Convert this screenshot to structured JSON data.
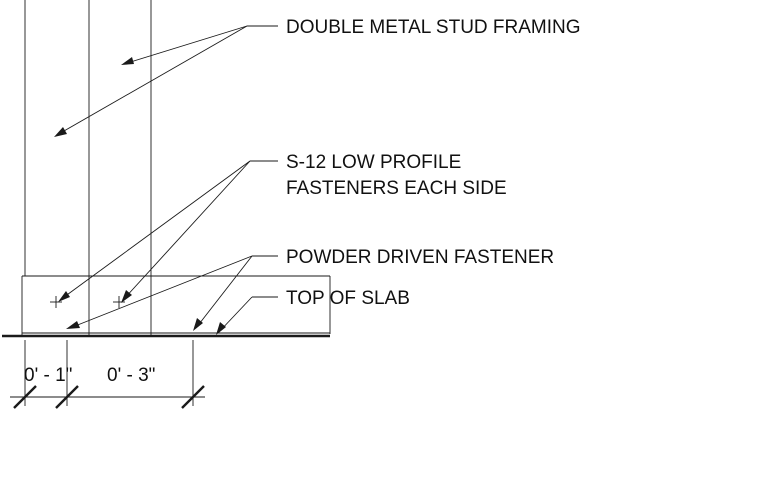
{
  "notes": {
    "stud_framing": "DOUBLE METAL STUD FRAMING",
    "low_profile_line1": "S-12 LOW PROFILE",
    "low_profile_line2": "FASTENERS EACH SIDE",
    "powder_fastener": "POWDER DRIVEN FASTENER",
    "top_of_slab": "TOP OF SLAB"
  },
  "dimensions": {
    "edge_offset": "0' - 1\"",
    "fastener_spacing": "0' - 3\""
  }
}
